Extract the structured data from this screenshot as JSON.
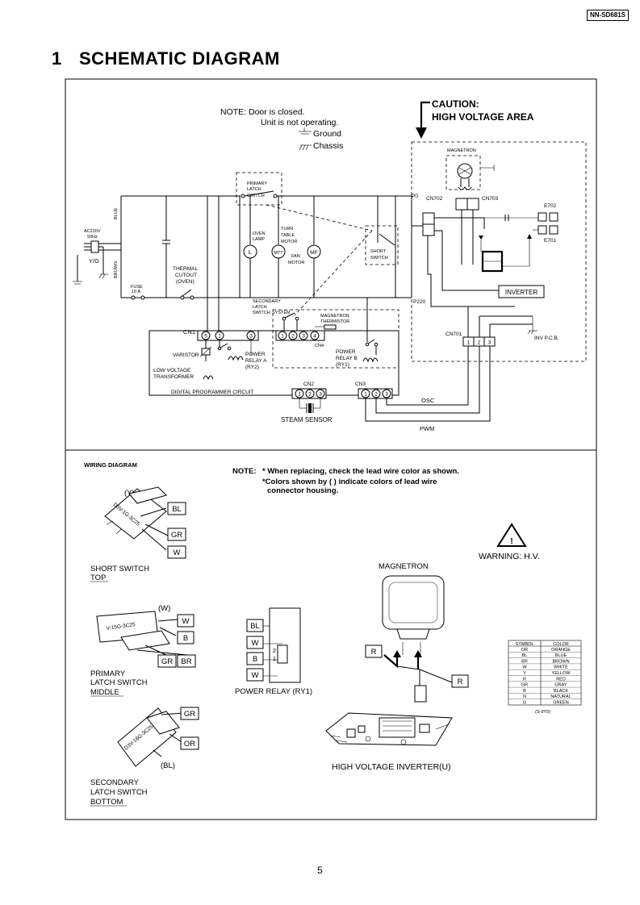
{
  "header": {
    "model": "NN-SD681S",
    "section_number": "1",
    "section_title": "SCHEMATIC DIAGRAM"
  },
  "schematic": {
    "note_line1": "NOTE:  Door is closed.",
    "note_line2": "Unit is not operating.",
    "ground_label": "Ground",
    "chassis_label": "Chassis",
    "caution_line1": "CAUTION:",
    "caution_line2": "HIGH VOLTAGE AREA",
    "ac_supply": [
      "AC220V",
      "50Hz"
    ],
    "wire_blue": "BLUE",
    "wire_brown": "BROWN",
    "wire_yg": "Y/G",
    "fuse": [
      "FUSE",
      "10 A"
    ],
    "thermal_cutout": [
      "THERMAL",
      "CUTOUT",
      "(OVEN)"
    ],
    "primary_latch_switch": [
      "PRIMARY",
      "LATCH",
      "SWITCH"
    ],
    "oven_lamp": [
      "OVEN",
      "LAMP"
    ],
    "lamp_symbol": "L",
    "turntable_motor": [
      "TURN",
      "TABLE",
      "MOTOR"
    ],
    "turntable_symbol": "MTT",
    "fan_motor": [
      "FAN",
      "MOTOR"
    ],
    "fan_symbol": "MF",
    "short_switch": [
      "SHORT",
      "SWITCH"
    ],
    "secondary_latch_switch": [
      "SECONDARY",
      "LATCH",
      "SWITCH"
    ],
    "system_label": "SYSTEM",
    "magnetron_thermistor": [
      "MAGNETRON",
      "THERMISTOR"
    ],
    "magnetron": "MAGNETRON",
    "cn702": "CN702",
    "cn703": "CN703",
    "p0": "P0",
    "p220": "P220",
    "e702": "E702",
    "e701": "E701",
    "inverter": "INVERTER",
    "cn701": "CN701",
    "inv_pcb": "INV P.C.B.",
    "cn701_pins": [
      "1",
      "2",
      "3"
    ],
    "cn1": "CN1",
    "cn1_pins": [
      "5",
      "1",
      "3"
    ],
    "cn4": "CN4",
    "cn4_pins": [
      "1",
      "2",
      "3",
      "4"
    ],
    "varistor": "VARISTOR",
    "power_relay_a": [
      "POWER",
      "RELAY A",
      "(RY2)"
    ],
    "power_relay_b": [
      "POWER",
      "RELAY B",
      "(RY1)"
    ],
    "low_voltage_transformer": [
      "LOW VOLTAGE",
      "TRANSFORMER"
    ],
    "digital_programmer_circuit": "DIGITAL PROGRAMMER CIRCUIT",
    "cn2": "CN2",
    "cn2_pins": [
      "1",
      "2",
      "3"
    ],
    "cn3": "CN3",
    "cn3_pins": [
      "1",
      "2",
      "3"
    ],
    "osc": "OSC",
    "pwm": "PWM",
    "steam_sensor": "STEAM SENSOR"
  },
  "wiring": {
    "title": "WIRING DIAGRAM",
    "note_prefix": "NOTE:",
    "note_line1": "* When replacing, check the lead wire color as shown.",
    "note_line2": "*Colors shown by ( ) indicate colors of lead wire",
    "note_line3": "connector housing.",
    "short_switch": {
      "housing": "(Y)",
      "part": "D3V-1G-3C25",
      "tags": [
        "BL",
        "GR",
        "W"
      ],
      "name": "SHORT SWITCH",
      "position": "TOP"
    },
    "primary_latch": {
      "housing": "(W)",
      "part": "V-15G-3C25",
      "tags": [
        "W",
        "B",
        "GR",
        "BR"
      ],
      "name": "PRIMARY",
      "name2": "LATCH SWITCH",
      "position": "MIDDLE"
    },
    "secondary_latch": {
      "part": "D3V-16G-3C25",
      "tags": [
        "GR",
        "OR"
      ],
      "housing": "(BL)",
      "name": "SECONDARY",
      "name2": "LATCH SWITCH",
      "position": "BOTTOM"
    },
    "power_relay": {
      "tags": [
        "BL",
        "W",
        "B",
        "W"
      ],
      "pins": [
        "2",
        "1"
      ],
      "label": "POWER RELAY (RY1)"
    },
    "magnetron": {
      "label": "MAGNETRON",
      "tags": [
        "R",
        "R"
      ]
    },
    "warning_symbol": "!",
    "warning": "WARNING: H.V.",
    "hv_inverter": "HIGH VOLTAGE INVERTER(U)",
    "color_table": {
      "headers": [
        "SYMBOL",
        "COLOR"
      ],
      "rows": [
        [
          "OR",
          "ORANGE"
        ],
        [
          "BL",
          "BLUE"
        ],
        [
          "BR",
          "BROWN"
        ],
        [
          "W",
          "WHITE"
        ],
        [
          "Y",
          "YELLOW"
        ],
        [
          "R",
          "RED"
        ],
        [
          "GR",
          "GRAY"
        ],
        [
          "B",
          "BLACK"
        ],
        [
          "N",
          "NATURAL"
        ],
        [
          "G",
          "GREEN"
        ]
      ],
      "code": "(S-9Y9)"
    }
  },
  "footer": {
    "page_number": "5"
  }
}
